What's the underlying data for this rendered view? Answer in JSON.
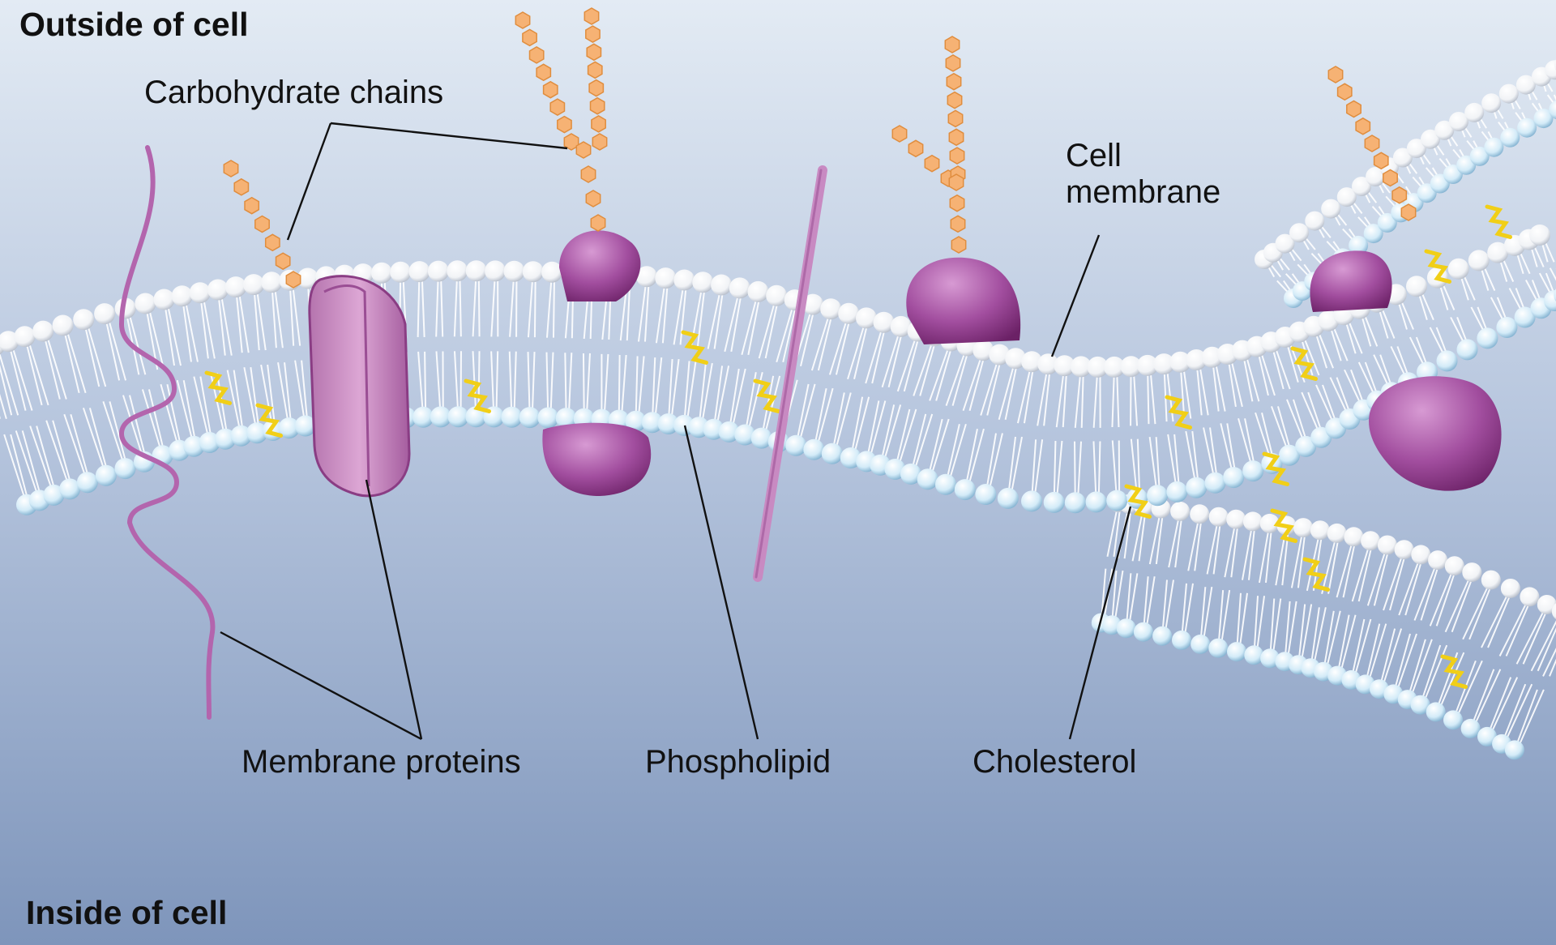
{
  "labels": {
    "outside": "Outside of cell",
    "inside": "Inside of cell",
    "carbohydrate": "Carbohydrate chains",
    "cell_membrane_line1": "Cell",
    "cell_membrane_line2": "membrane",
    "membrane_proteins": "Membrane proteins",
    "phospholipid": "Phospholipid",
    "cholesterol": "Cholesterol"
  },
  "colors": {
    "background_top": "#dde6f1",
    "background_bottom": "#7d93ba",
    "outer_head": "#ffffff",
    "inner_head": "#d5ecf8",
    "tail": "#ffffff",
    "protein": "#a04d9d",
    "protein_light": "#d39fcc",
    "sugar": "#f6b274",
    "cholesterol": "#f3d21d"
  }
}
